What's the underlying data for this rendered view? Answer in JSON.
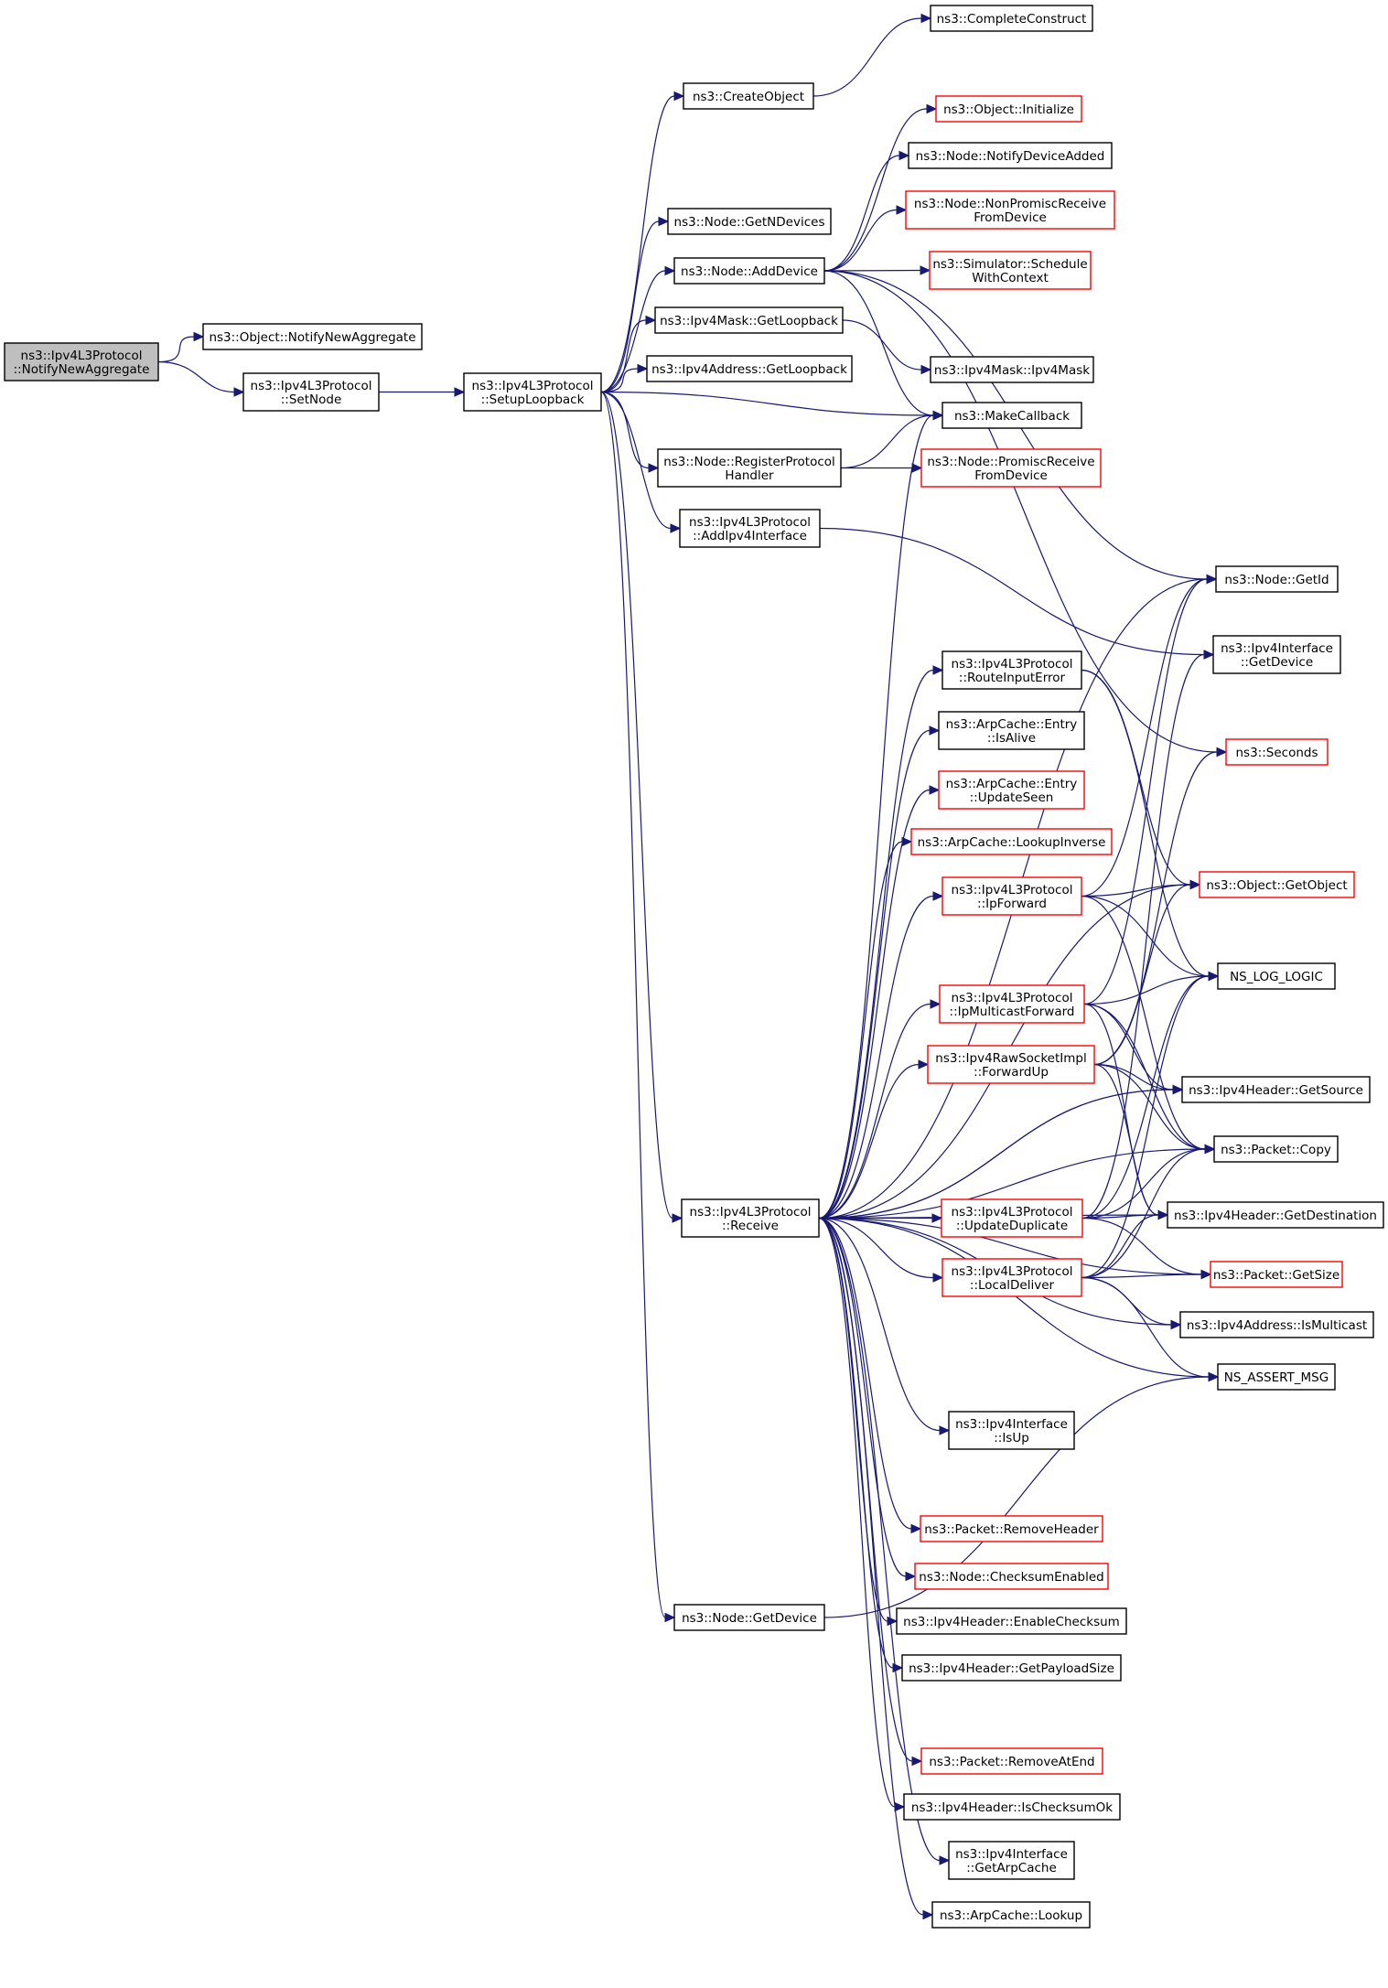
{
  "colors": {
    "edge": "#191970",
    "border_documented": "#000000",
    "border_undocumented": "#ff0000",
    "fill_normal": "#ffffff",
    "fill_root": "#bfbfbf"
  },
  "nodes": [
    {
      "id": "root",
      "lines": [
        "ns3::Ipv4L3Protocol",
        "::NotifyNewAggregate"
      ],
      "style": "root"
    },
    {
      "id": "obj_notify",
      "lines": [
        "ns3::Object::NotifyNewAggregate"
      ],
      "style": "normal"
    },
    {
      "id": "setnode",
      "lines": [
        "ns3::Ipv4L3Protocol",
        "::SetNode"
      ],
      "style": "normal"
    },
    {
      "id": "setuploop",
      "lines": [
        "ns3::Ipv4L3Protocol",
        "::SetupLoopback"
      ],
      "style": "normal"
    },
    {
      "id": "completeconstruct",
      "lines": [
        "ns3::CompleteConstruct"
      ],
      "style": "normal"
    },
    {
      "id": "createobject",
      "lines": [
        "ns3::CreateObject"
      ],
      "style": "normal"
    },
    {
      "id": "obj_init",
      "lines": [
        "ns3::Object::Initialize"
      ],
      "style": "red"
    },
    {
      "id": "notifydevadded",
      "lines": [
        "ns3::Node::NotifyDeviceAdded"
      ],
      "style": "normal"
    },
    {
      "id": "nonpromisc",
      "lines": [
        "ns3::Node::NonPromiscReceive",
        "FromDevice"
      ],
      "style": "red"
    },
    {
      "id": "getndevices",
      "lines": [
        "ns3::Node::GetNDevices"
      ],
      "style": "normal"
    },
    {
      "id": "adddevice",
      "lines": [
        "ns3::Node::AddDevice"
      ],
      "style": "normal"
    },
    {
      "id": "schedctx",
      "lines": [
        "ns3::Simulator::Schedule",
        "WithContext"
      ],
      "style": "red"
    },
    {
      "id": "mask_getloop",
      "lines": [
        "ns3::Ipv4Mask::GetLoopback"
      ],
      "style": "normal"
    },
    {
      "id": "mask_ctor",
      "lines": [
        "ns3::Ipv4Mask::Ipv4Mask"
      ],
      "style": "normal"
    },
    {
      "id": "addr_getloop",
      "lines": [
        "ns3::Ipv4Address::GetLoopback"
      ],
      "style": "normal"
    },
    {
      "id": "makecallback",
      "lines": [
        "ns3::MakeCallback"
      ],
      "style": "normal"
    },
    {
      "id": "regproto",
      "lines": [
        "ns3::Node::RegisterProtocol",
        "Handler"
      ],
      "style": "normal"
    },
    {
      "id": "promisc",
      "lines": [
        "ns3::Node::PromiscReceive",
        "FromDevice"
      ],
      "style": "red"
    },
    {
      "id": "addiface",
      "lines": [
        "ns3::Ipv4L3Protocol",
        "::AddIpv4Interface"
      ],
      "style": "normal"
    },
    {
      "id": "node_getid",
      "lines": [
        "ns3::Node::GetId"
      ],
      "style": "normal"
    },
    {
      "id": "iface_getdev",
      "lines": [
        "ns3::Ipv4Interface",
        "::GetDevice"
      ],
      "style": "normal"
    },
    {
      "id": "routeinerr",
      "lines": [
        "ns3::Ipv4L3Protocol",
        "::RouteInputError"
      ],
      "style": "normal"
    },
    {
      "id": "arp_isalive",
      "lines": [
        "ns3::ArpCache::Entry",
        "::IsAlive"
      ],
      "style": "normal"
    },
    {
      "id": "seconds",
      "lines": [
        "ns3::Seconds"
      ],
      "style": "red"
    },
    {
      "id": "arp_updseen",
      "lines": [
        "ns3::ArpCache::Entry",
        "::UpdateSeen"
      ],
      "style": "red"
    },
    {
      "id": "arp_lookinv",
      "lines": [
        "ns3::ArpCache::LookupInverse"
      ],
      "style": "red"
    },
    {
      "id": "ipforward",
      "lines": [
        "ns3::Ipv4L3Protocol",
        "::IpForward"
      ],
      "style": "red"
    },
    {
      "id": "getobject",
      "lines": [
        "ns3::Object::GetObject"
      ],
      "style": "red"
    },
    {
      "id": "ns_log_logic",
      "lines": [
        "NS_LOG_LOGIC"
      ],
      "style": "normal"
    },
    {
      "id": "ipmcfwd",
      "lines": [
        "ns3::Ipv4L3Protocol",
        "::IpMulticastForward"
      ],
      "style": "red"
    },
    {
      "id": "rawfwdup",
      "lines": [
        "ns3::Ipv4RawSocketImpl",
        "::ForwardUp"
      ],
      "style": "red"
    },
    {
      "id": "hdr_getsrc",
      "lines": [
        "ns3::Ipv4Header::GetSource"
      ],
      "style": "normal"
    },
    {
      "id": "pkt_copy",
      "lines": [
        "ns3::Packet::Copy"
      ],
      "style": "normal"
    },
    {
      "id": "receive",
      "lines": [
        "ns3::Ipv4L3Protocol",
        "::Receive"
      ],
      "style": "normal"
    },
    {
      "id": "upddup",
      "lines": [
        "ns3::Ipv4L3Protocol",
        "::UpdateDuplicate"
      ],
      "style": "red"
    },
    {
      "id": "hdr_getdst",
      "lines": [
        "ns3::Ipv4Header::GetDestination"
      ],
      "style": "normal"
    },
    {
      "id": "localdeliver",
      "lines": [
        "ns3::Ipv4L3Protocol",
        "::LocalDeliver"
      ],
      "style": "red"
    },
    {
      "id": "pkt_getsize",
      "lines": [
        "ns3::Packet::GetSize"
      ],
      "style": "red"
    },
    {
      "id": "addr_ismc",
      "lines": [
        "ns3::Ipv4Address::IsMulticast"
      ],
      "style": "normal"
    },
    {
      "id": "ns_assert_msg",
      "lines": [
        "NS_ASSERT_MSG"
      ],
      "style": "normal"
    },
    {
      "id": "iface_isup",
      "lines": [
        "ns3::Ipv4Interface",
        "::IsUp"
      ],
      "style": "normal"
    },
    {
      "id": "pkt_rmhdr",
      "lines": [
        "ns3::Packet::RemoveHeader"
      ],
      "style": "red"
    },
    {
      "id": "node_cksum",
      "lines": [
        "ns3::Node::ChecksumEnabled"
      ],
      "style": "red"
    },
    {
      "id": "hdr_enablecksum",
      "lines": [
        "ns3::Ipv4Header::EnableChecksum"
      ],
      "style": "normal"
    },
    {
      "id": "getdevice",
      "lines": [
        "ns3::Node::GetDevice"
      ],
      "style": "normal"
    },
    {
      "id": "hdr_payload",
      "lines": [
        "ns3::Ipv4Header::GetPayloadSize"
      ],
      "style": "normal"
    },
    {
      "id": "pkt_rmatend",
      "lines": [
        "ns3::Packet::RemoveAtEnd"
      ],
      "style": "red"
    },
    {
      "id": "hdr_iscksumok",
      "lines": [
        "ns3::Ipv4Header::IsChecksumOk"
      ],
      "style": "normal"
    },
    {
      "id": "iface_getarp",
      "lines": [
        "ns3::Ipv4Interface",
        "::GetArpCache"
      ],
      "style": "normal"
    },
    {
      "id": "arp_lookup",
      "lines": [
        "ns3::ArpCache::Lookup"
      ],
      "style": "normal"
    }
  ]
}
